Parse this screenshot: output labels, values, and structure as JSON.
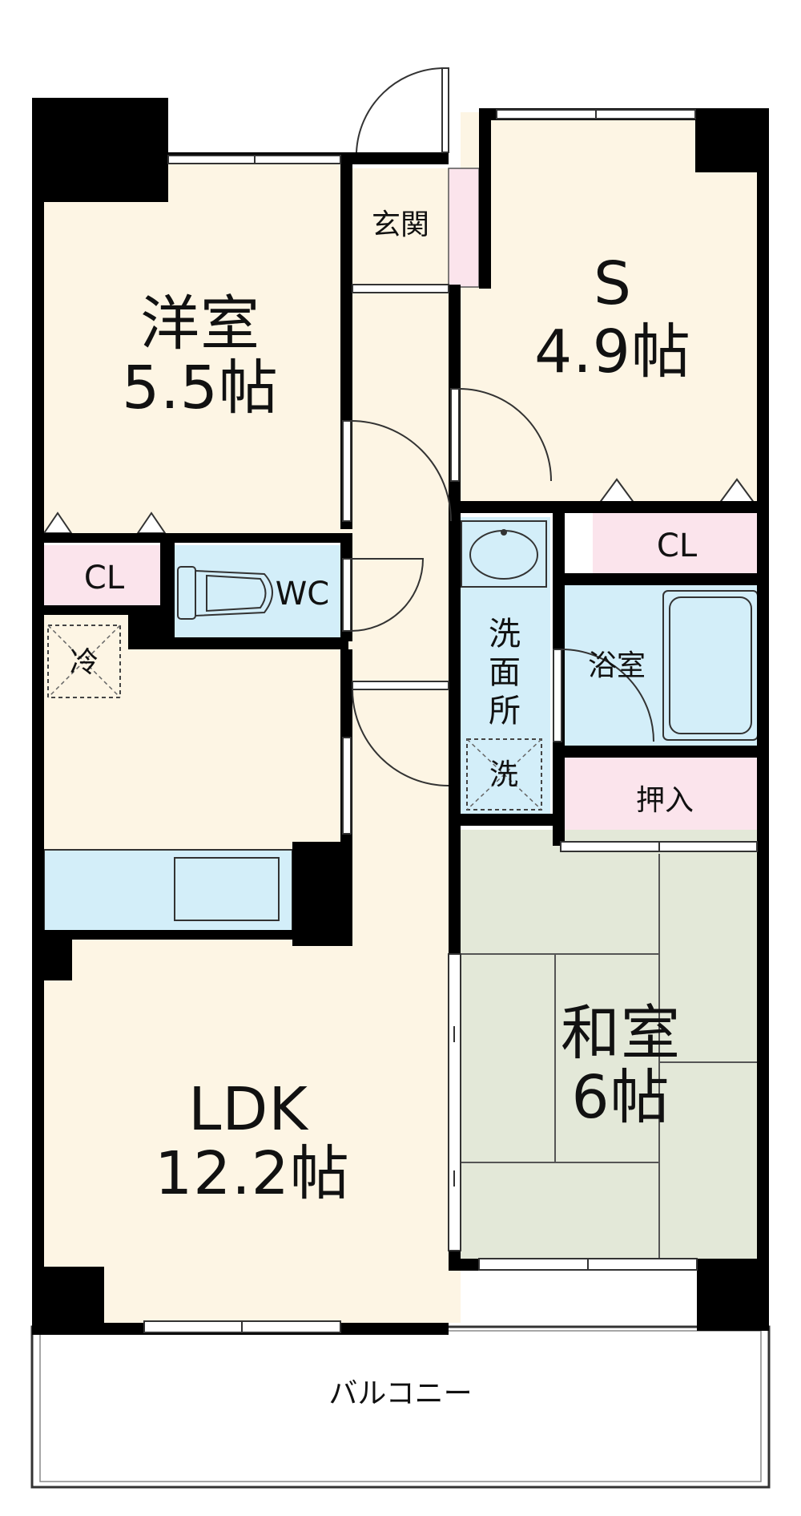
{
  "colors": {
    "wall": "#000000",
    "floor": "#fdf5e4",
    "closet": "#fbe4ec",
    "wet": "#d3eef9",
    "tatami": "#e3e8d8",
    "balcony": "#ffffff"
  },
  "rooms": {
    "western": {
      "name": "洋室",
      "size": "5.5帖"
    },
    "service": {
      "name": "S",
      "size": "4.9帖"
    },
    "ldk": {
      "name": "LDK",
      "size": "12.2帖"
    },
    "washitsu": {
      "name": "和室",
      "size": "6帖"
    }
  },
  "labels": {
    "entrance": "玄関",
    "cl_left": "CL",
    "cl_right": "CL",
    "wc": "WC",
    "fridge": "冷",
    "washroom": [
      "洗",
      "面",
      "所"
    ],
    "washer": "洗",
    "bath": "浴室",
    "oshiire": "押入",
    "balcony": "バルコニー"
  }
}
